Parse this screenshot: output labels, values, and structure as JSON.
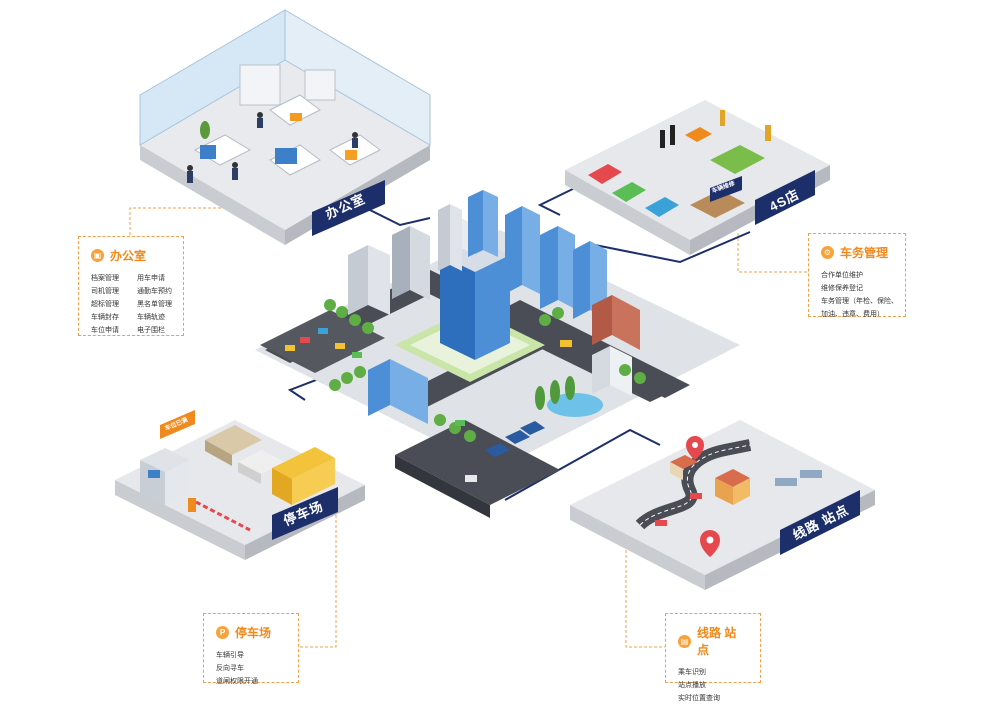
{
  "zones": {
    "office": "办公室",
    "shop": "4S店",
    "parking": "停车场",
    "route": "线路 站点"
  },
  "badges": {
    "shop_tag": "车辆维修",
    "parking_tag": "车位已满"
  },
  "panels": {
    "office": {
      "title": "办公室",
      "items": [
        "档案管理",
        "用车申请",
        "司机管理",
        "通勤车预约",
        "超标管理",
        "黑名单管理",
        "车辆封存",
        "车辆轨迹",
        "车位申请",
        "电子围栏"
      ]
    },
    "vehicle": {
      "title": "车务管理",
      "items": [
        "合作单位维护",
        "维修保养登记",
        "车务管理（年检、保险、",
        "加油、违章、费用）"
      ]
    },
    "parking": {
      "title": "停车场",
      "items": [
        "车辆引导",
        "反向寻车",
        "道闸权限开通"
      ]
    },
    "route": {
      "title": "线路 站点",
      "items": [
        "乘车识别",
        "站点播放",
        "实时位置查询"
      ]
    }
  },
  "colors": {
    "accent": "#f08a1c",
    "navy": "#1d2f6b",
    "platform": "#e3e6ea",
    "road": "#4a4d55",
    "glass": "#3a7fc9"
  }
}
